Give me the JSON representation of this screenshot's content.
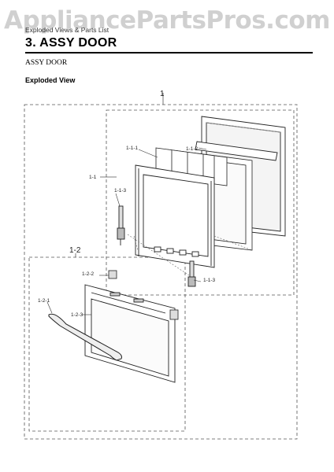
{
  "watermark": "AppliancePartsPros.com",
  "header": {
    "breadcrumb": "Exploded Views & Parts List",
    "section_title": "3. ASSY DOOR",
    "assy_label": "ASSY DOOR",
    "view_label": "Exploded View"
  },
  "callouts": {
    "c1": "1",
    "c1_1": "1-1",
    "c1_1_1": "1-1-1",
    "c1_1_2": "1-1-2",
    "c1_1_3a": "1-1-3",
    "c1_1_3b": "1-1-3",
    "c1_2": "1-2",
    "c1_2_1": "1-2-1",
    "c1_2_2": "1-2-2",
    "c1_2_3": "1-2-3"
  }
}
